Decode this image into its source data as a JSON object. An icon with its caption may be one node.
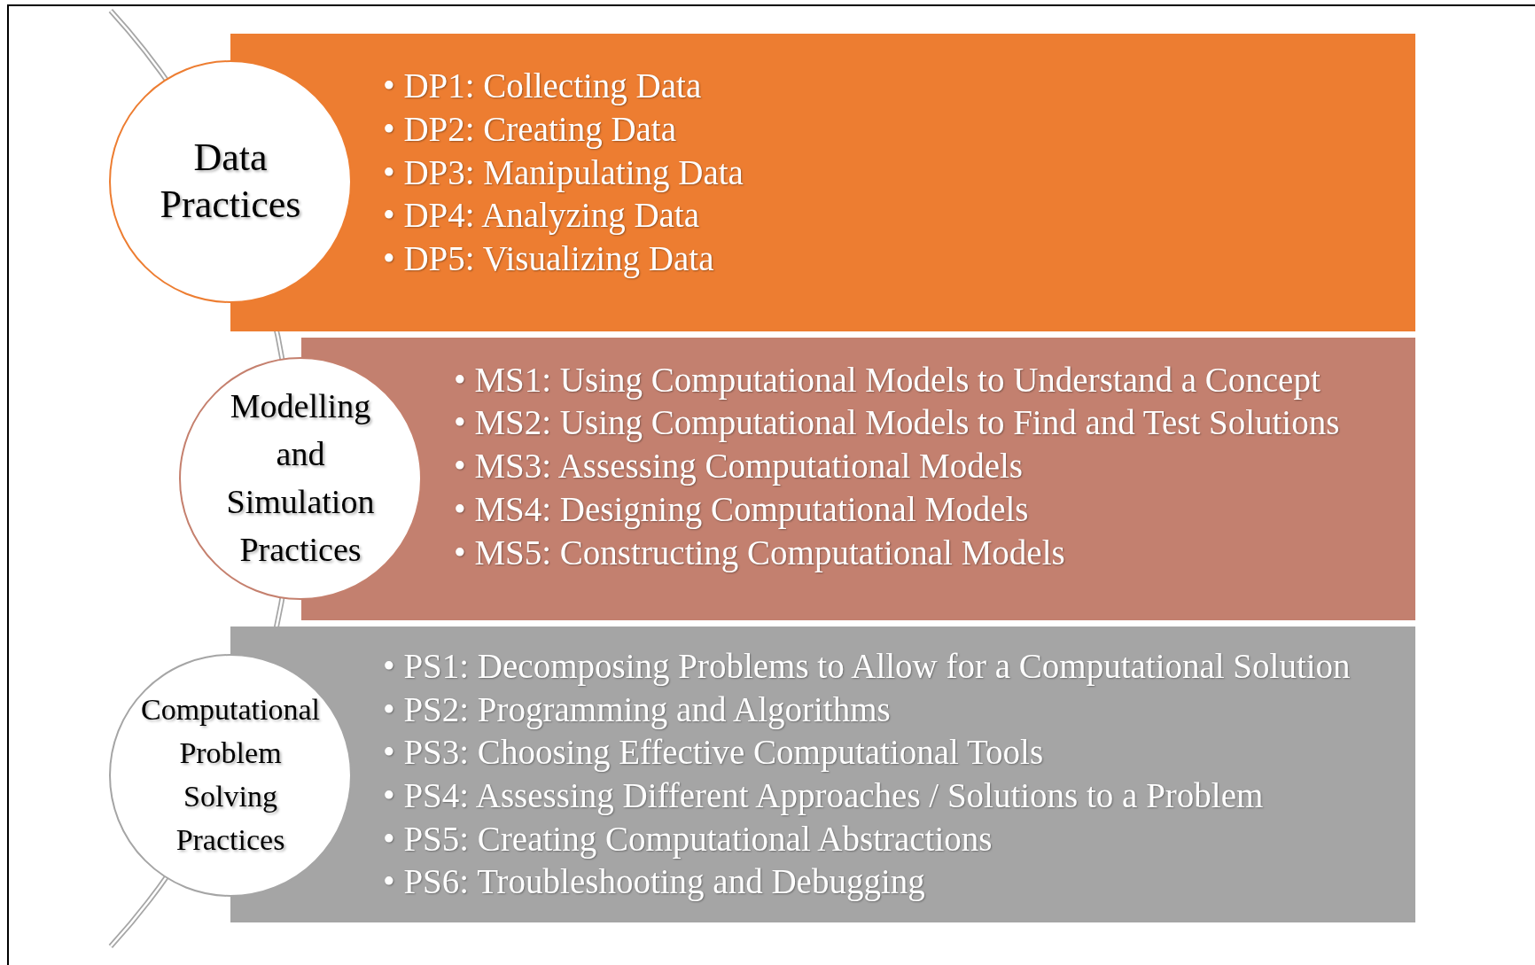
{
  "diagram": {
    "nodes": [
      {
        "text": [
          "Data Practices"
        ]
      },
      {
        "text": [
          "• DP1: Collecting Data",
          "• DP2: Creating Data",
          "• DP3: Manipulating Data",
          "• DP4: Analyzing Data",
          "• DP5: Visualizing Data"
        ]
      },
      {
        "text": [
          "Modelling and Simulation Practices"
        ]
      },
      {
        "text": [
          "• MS1: Using Computational Models to Understand a Concept",
          "• MS2: Using Computational Models to Find and Test Solutions",
          "• MS3: Assessing Computational Models",
          "• MS4: Designing Computational Models",
          "• MS5: Constructing Computational Models"
        ]
      },
      {
        "text": [
          "Computational Problem Solving Practices"
        ]
      },
      {
        "text": [
          "• PS1: Decomposing Problems to Allow for a Computational Solution",
          "• PS2: Programming and Algorithms",
          "• PS3: Choosing Effective Computational Tools",
          "• PS4: Assessing Different Approaches / Solutions to a Problem",
          "• PS5: Creating Computational Abstractions",
          "• PS6: Troubleshooting and Debugging"
        ]
      }
    ]
  }
}
